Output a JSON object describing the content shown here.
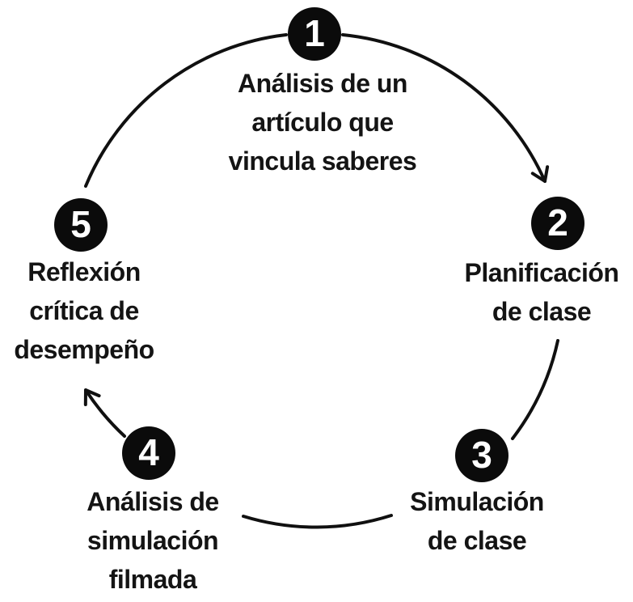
{
  "diagram": {
    "type": "cycle",
    "language": "es",
    "background_color": "#ffffff",
    "circle_color": "#0b0b0b",
    "number_color": "#ffffff",
    "line_color": "#101010",
    "text_color": "#141414",
    "steps": [
      {
        "number": "1",
        "label": "Análisis de un\nartículo que\nvincula saberes",
        "position": "top"
      },
      {
        "number": "2",
        "label": "Planificación\nde clase",
        "position": "right"
      },
      {
        "number": "3",
        "label": "Simulación\nde clase",
        "position": "bottom-right"
      },
      {
        "number": "4",
        "label": "Análisis de\nsimulación\nfilmada",
        "position": "bottom-left"
      },
      {
        "number": "5",
        "label": "Reflexión\ncrítica de\ndesempeño",
        "position": "left"
      }
    ],
    "connections": [
      {
        "from": "5",
        "to": "1",
        "arrowhead": false
      },
      {
        "from": "1",
        "to": "2",
        "arrowhead": true
      },
      {
        "from": "2",
        "to": "3",
        "arrowhead": false
      },
      {
        "from": "3",
        "to": "4",
        "arrowhead": false
      },
      {
        "from": "4",
        "to": "5",
        "arrowhead": true
      }
    ]
  }
}
